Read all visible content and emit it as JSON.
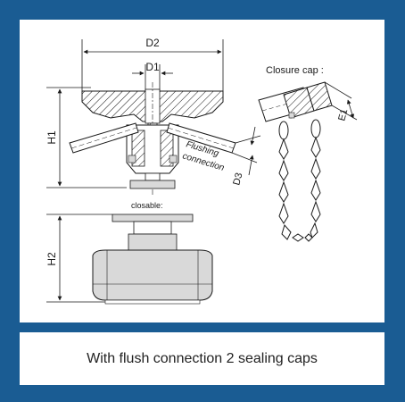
{
  "labels": {
    "d2": "D2",
    "d1": "D1",
    "h1": "H1",
    "h2": "H2",
    "d3": "D3",
    "e1": "E1",
    "flushing_line1": "Flushing",
    "flushing_line2": "connection",
    "closure_cap": "Closure cap :",
    "closable": "closable:"
  },
  "caption": "With flush connection 2 sealing caps",
  "colors": {
    "frame": "#1a5c93",
    "panel": "#ffffff",
    "metal": "#d9d9d9",
    "line": "#1a1a1a"
  }
}
